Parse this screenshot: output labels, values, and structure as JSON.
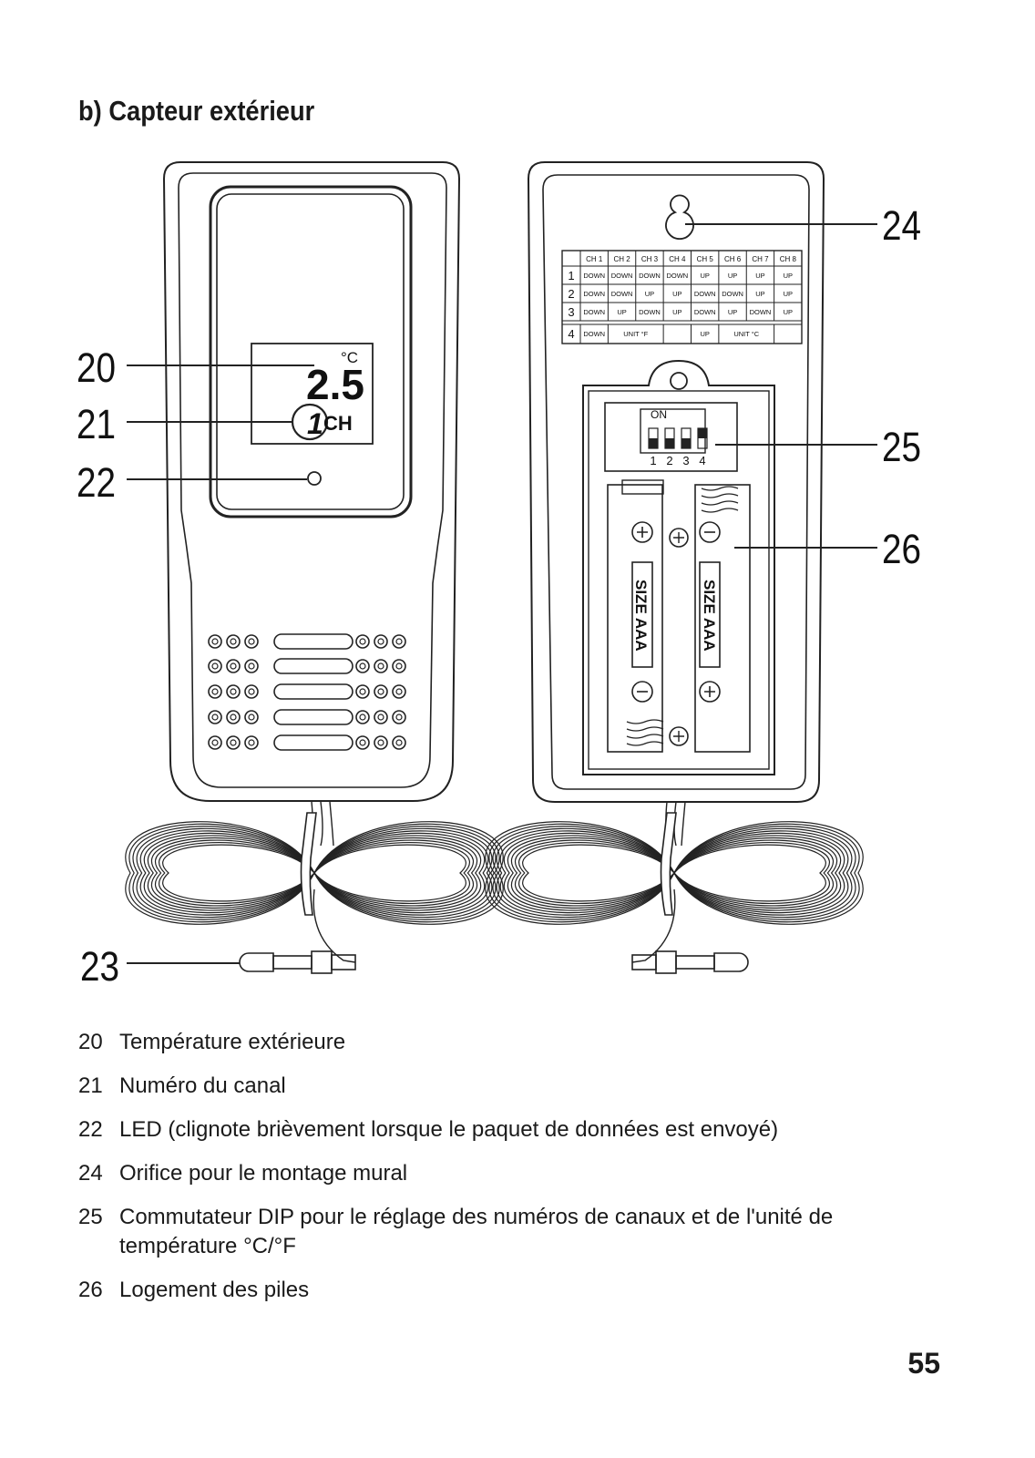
{
  "section_title": "b) Capteur extérieur",
  "callouts": [
    "20",
    "21",
    "22",
    "23",
    "24",
    "25",
    "26"
  ],
  "display": {
    "digits": "2.5",
    "unit": "°C",
    "channel": "1",
    "ch_label": "CH"
  },
  "dip_table": {
    "headers": [
      "CH 1",
      "CH 2",
      "CH 3",
      "CH 4",
      "CH 5",
      "CH 6",
      "CH 7",
      "CH 8"
    ],
    "rows": [
      {
        "num": "1",
        "cells": [
          "DOWN",
          "DOWN",
          "DOWN",
          "DOWN",
          "UP",
          "UP",
          "UP",
          "UP"
        ]
      },
      {
        "num": "2",
        "cells": [
          "DOWN",
          "DOWN",
          "UP",
          "UP",
          "DOWN",
          "DOWN",
          "UP",
          "UP"
        ]
      },
      {
        "num": "3",
        "cells": [
          "DOWN",
          "UP",
          "DOWN",
          "UP",
          "DOWN",
          "UP",
          "DOWN",
          "UP"
        ]
      },
      {
        "num": "4",
        "cells": [
          "DOWN",
          "UNIT °F",
          "UP",
          "UNIT °C"
        ]
      }
    ]
  },
  "dip_switch": {
    "on_label": "ON",
    "numbers": [
      "1",
      "2",
      "3",
      "4"
    ]
  },
  "battery": {
    "label_left": "SIZE AAA",
    "label_right": "SIZE AAA"
  },
  "legend": [
    {
      "num": "20",
      "text": "Température extérieure"
    },
    {
      "num": "21",
      "text": "Numéro du canal"
    },
    {
      "num": "22",
      "text": "LED (clignote brièvement lorsque le paquet de données est envoyé)"
    },
    {
      "num": "24",
      "text": "Orifice pour le montage mural"
    },
    {
      "num": "25",
      "text": "Commutateur DIP pour le réglage des numéros de canaux et de l'unité de température °C/°F"
    },
    {
      "num": "26",
      "text": "Logement des piles"
    }
  ],
  "page_number": "55"
}
